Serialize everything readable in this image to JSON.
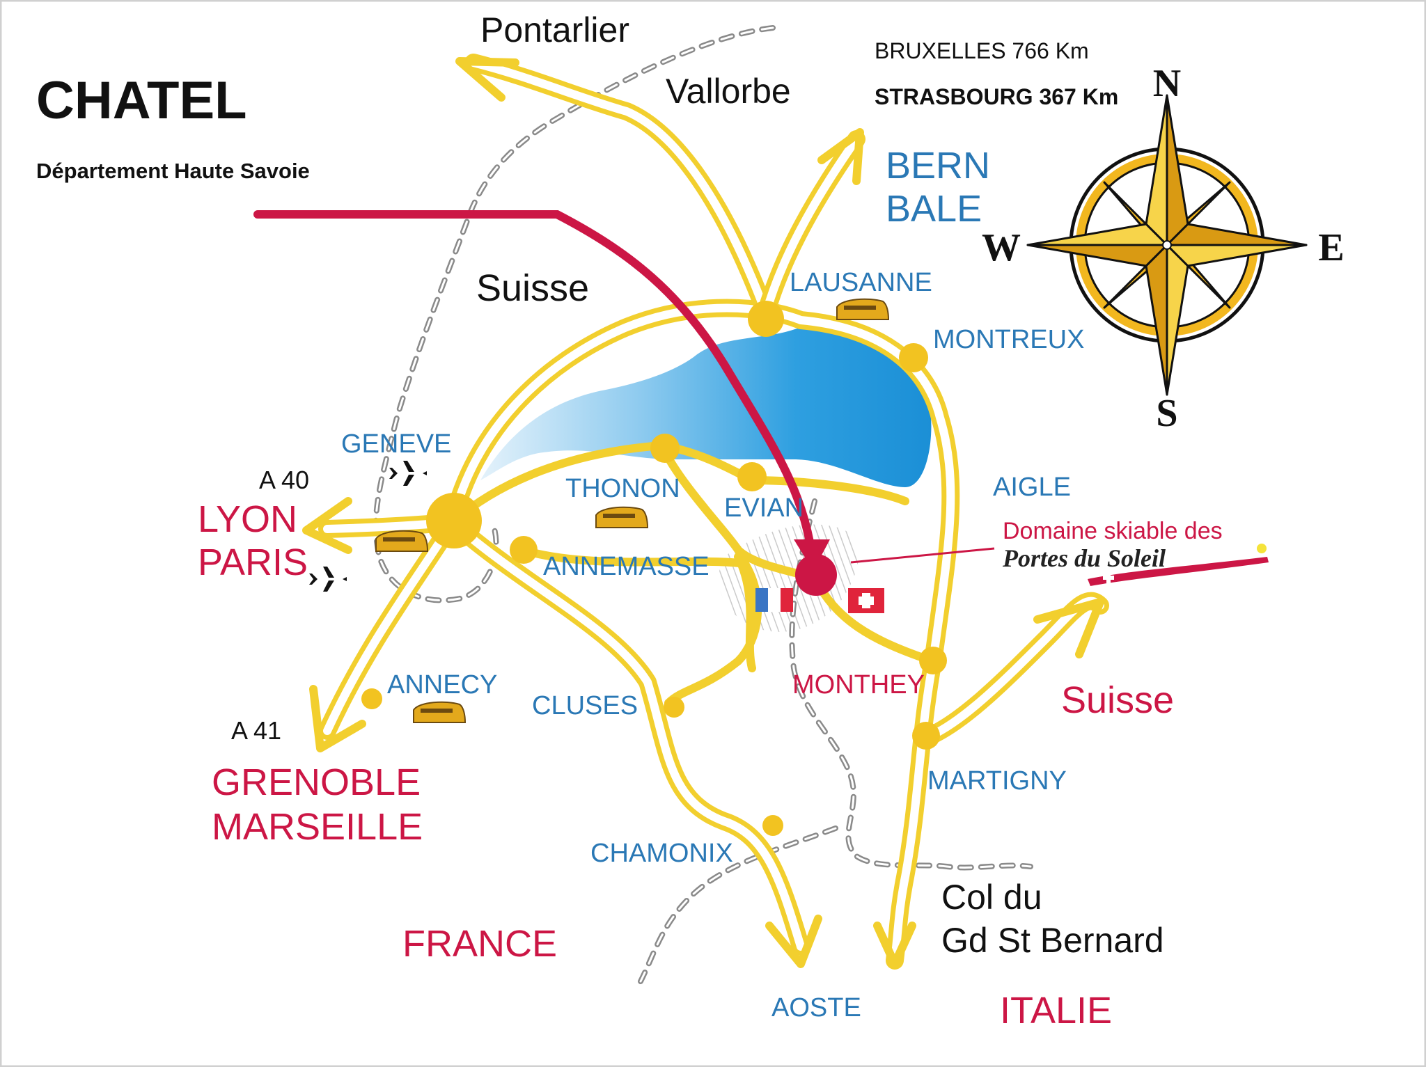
{
  "title": "CHATEL",
  "subtitle": "Département Haute Savoie",
  "distances": {
    "bruxelles": "BRUXELLES 766 Km",
    "strasbourg": "STRASBOURG 367 Km"
  },
  "compass": {
    "n": "N",
    "s": "S",
    "e": "E",
    "w": "W"
  },
  "routes": {
    "pontarlier": "Pontarlier",
    "vallorbe": "Vallorbe",
    "a40": "A 40",
    "a41": "A 41",
    "col_line1": "Col du",
    "col_line2": "Gd St Bernard"
  },
  "countries": {
    "suisse_north": "Suisse",
    "suisse_east": "Suisse",
    "france": "FRANCE",
    "italie": "ITALIE"
  },
  "destinations": {
    "bern": "BERN",
    "bale": "BALE",
    "lyon": "LYON",
    "paris": "PARIS",
    "grenoble": "GRENOBLE",
    "marseille": "MARSEILLE"
  },
  "towns": {
    "lausanne": "LAUSANNE",
    "montreux": "MONTREUX",
    "geneve": "GENEVE",
    "thonon": "THONON",
    "evian": "EVIAN",
    "annemasse": "ANNEMASSE",
    "aigle": "AIGLE",
    "annecy": "ANNECY",
    "cluses": "CLUSES",
    "monthey": "MONTHEY",
    "martigny": "MARTIGNY",
    "chamonix": "CHAMONIX",
    "aoste": "AOSTE"
  },
  "ski_area": {
    "line1": "Domaine skiable des",
    "logo": "Portes du Soleil"
  },
  "icons": [
    "airplane-icon",
    "train-icon",
    "compass-rose-icon",
    "french-flag-icon",
    "swiss-flag-icon"
  ],
  "colors": {
    "road": "#f2cf2e",
    "lake": "#2a9fe0",
    "accent_red": "#cc1645",
    "town_blue": "#2a78b5",
    "compass_gold": "#f2b71f"
  }
}
